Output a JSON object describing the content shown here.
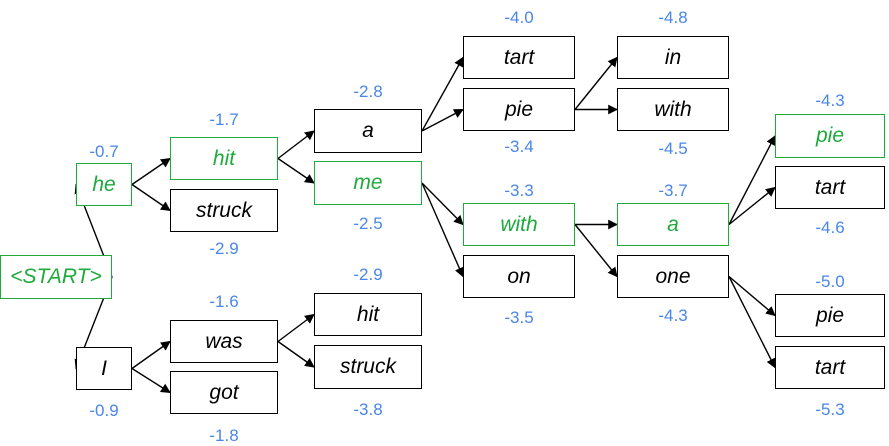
{
  "colors": {
    "best": "#1faa3c",
    "default": "#000000",
    "score": "#4a86e8"
  },
  "nodes": [
    {
      "id": "start",
      "label": "<START>",
      "best": true
    },
    {
      "id": "he",
      "label": "he",
      "score": "-0.7",
      "best": true
    },
    {
      "id": "I",
      "label": "I",
      "score": "-0.9"
    },
    {
      "id": "hit1",
      "label": "hit",
      "score": "-1.7",
      "best": true
    },
    {
      "id": "struck1",
      "label": "struck",
      "score": "-2.9"
    },
    {
      "id": "was",
      "label": "was",
      "score": "-1.6"
    },
    {
      "id": "got",
      "label": "got",
      "score": "-1.8"
    },
    {
      "id": "a1",
      "label": "a",
      "score": "-2.8"
    },
    {
      "id": "me",
      "label": "me",
      "score": "-2.5",
      "best": true
    },
    {
      "id": "hit2",
      "label": "hit",
      "score": "-2.9"
    },
    {
      "id": "struck2",
      "label": "struck",
      "score": "-3.8"
    },
    {
      "id": "tart1",
      "label": "tart",
      "score": "-4.0"
    },
    {
      "id": "pie1",
      "label": "pie",
      "score": "-3.4"
    },
    {
      "id": "with1",
      "label": "with",
      "score": "-3.3",
      "best": true
    },
    {
      "id": "on",
      "label": "on",
      "score": "-3.5"
    },
    {
      "id": "in",
      "label": "in",
      "score": "-4.8"
    },
    {
      "id": "with2",
      "label": "with",
      "score": "-4.5"
    },
    {
      "id": "a2",
      "label": "a",
      "score": "-3.7",
      "best": true
    },
    {
      "id": "one",
      "label": "one",
      "score": "-4.3"
    },
    {
      "id": "pie2",
      "label": "pie",
      "score": "-4.3",
      "best": true
    },
    {
      "id": "tart2",
      "label": "tart",
      "score": "-4.6"
    },
    {
      "id": "pie3",
      "label": "pie",
      "score": "-5.0"
    },
    {
      "id": "tart3",
      "label": "tart",
      "score": "-5.3"
    }
  ],
  "edges": [
    [
      "start",
      "he"
    ],
    [
      "start",
      "I"
    ],
    [
      "he",
      "hit1"
    ],
    [
      "he",
      "struck1"
    ],
    [
      "I",
      "was"
    ],
    [
      "I",
      "got"
    ],
    [
      "hit1",
      "a1"
    ],
    [
      "hit1",
      "me"
    ],
    [
      "was",
      "hit2"
    ],
    [
      "was",
      "struck2"
    ],
    [
      "a1",
      "tart1"
    ],
    [
      "a1",
      "pie1"
    ],
    [
      "me",
      "with1"
    ],
    [
      "me",
      "on"
    ],
    [
      "pie1",
      "in"
    ],
    [
      "pie1",
      "with2"
    ],
    [
      "with1",
      "a2"
    ],
    [
      "with1",
      "one"
    ],
    [
      "a2",
      "pie2"
    ],
    [
      "a2",
      "tart2"
    ],
    [
      "one",
      "pie3"
    ],
    [
      "one",
      "tart3"
    ]
  ]
}
